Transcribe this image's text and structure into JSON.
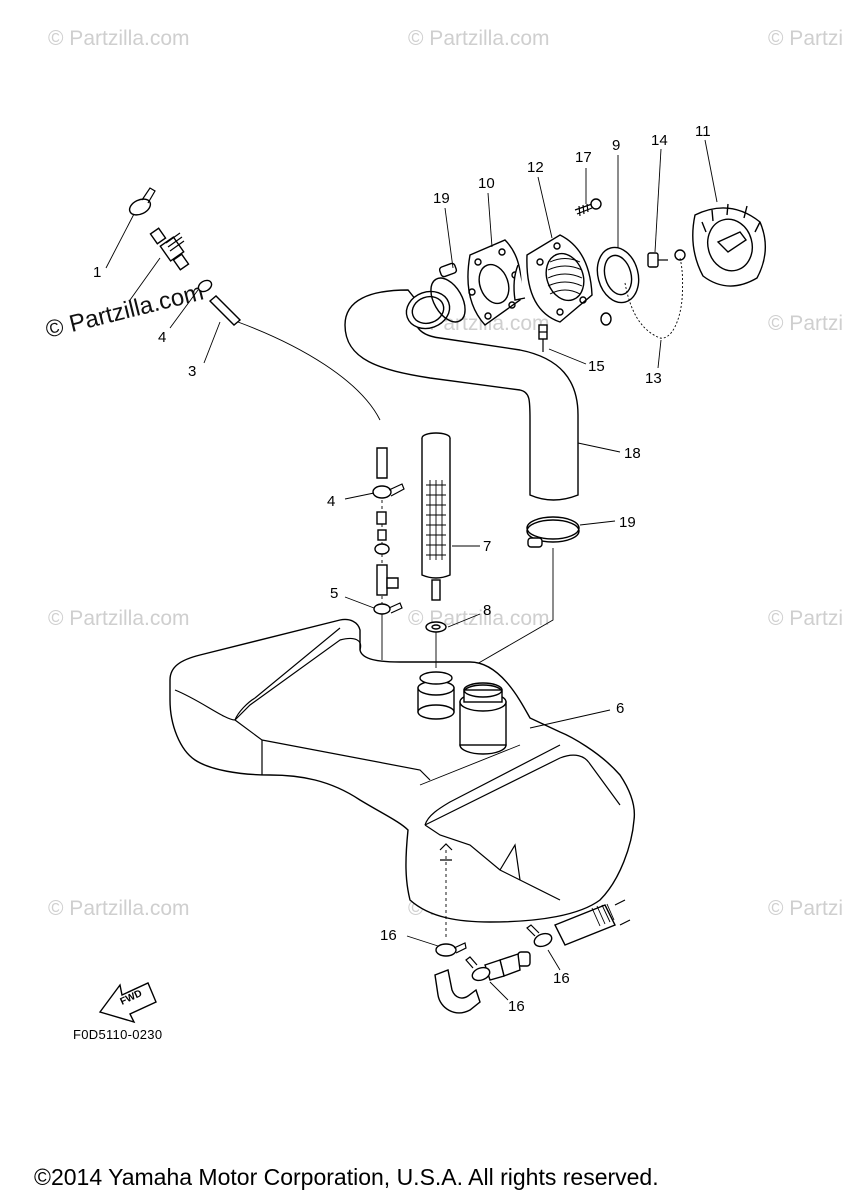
{
  "watermark": {
    "text": "© Partzilla.com",
    "prominent_text": "© Partzilla.com",
    "logo_text": "Partzilla"
  },
  "diagram": {
    "code": "F0D5110-0230",
    "fwd_label": "FWD",
    "callouts": [
      {
        "id": "c1",
        "text": "1"
      },
      {
        "id": "c4a",
        "text": "4"
      },
      {
        "id": "c3",
        "text": "3"
      },
      {
        "id": "c4b",
        "text": "4"
      },
      {
        "id": "c5",
        "text": "5"
      },
      {
        "id": "c7",
        "text": "7"
      },
      {
        "id": "c8",
        "text": "8"
      },
      {
        "id": "c6",
        "text": "6"
      },
      {
        "id": "c19a",
        "text": "19"
      },
      {
        "id": "c10",
        "text": "10"
      },
      {
        "id": "c12",
        "text": "12"
      },
      {
        "id": "c17",
        "text": "17"
      },
      {
        "id": "c9",
        "text": "9"
      },
      {
        "id": "c14",
        "text": "14"
      },
      {
        "id": "c11",
        "text": "11"
      },
      {
        "id": "c15",
        "text": "15"
      },
      {
        "id": "c13",
        "text": "13"
      },
      {
        "id": "c18",
        "text": "18"
      },
      {
        "id": "c19b",
        "text": "19"
      },
      {
        "id": "c16a",
        "text": "16"
      },
      {
        "id": "c16b",
        "text": "16"
      },
      {
        "id": "c16c",
        "text": "16"
      }
    ]
  },
  "footer": {
    "copyright": "©2014 Yamaha Motor Corporation, U.S.A. All rights reserved."
  }
}
